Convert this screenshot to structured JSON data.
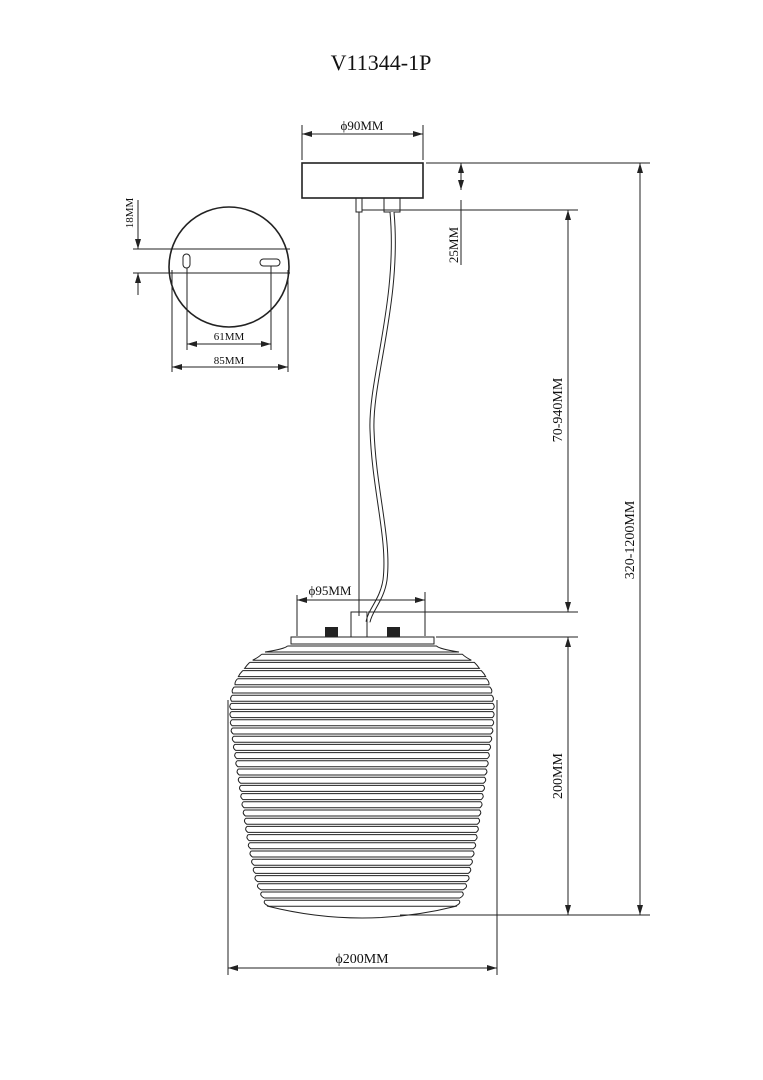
{
  "title": "V11344-1P",
  "dimensions": {
    "canopy_diameter": "ϕ90MM",
    "canopy_height": "25MM",
    "plate_offset": "18MM",
    "hole_spacing": "61MM",
    "plate_width": "85MM",
    "cable_length": "70-940MM",
    "total_height": "320-1200MM",
    "shade_cap_diameter": "ϕ95MM",
    "shade_height": "200MM",
    "shade_diameter": "ϕ200MM"
  }
}
